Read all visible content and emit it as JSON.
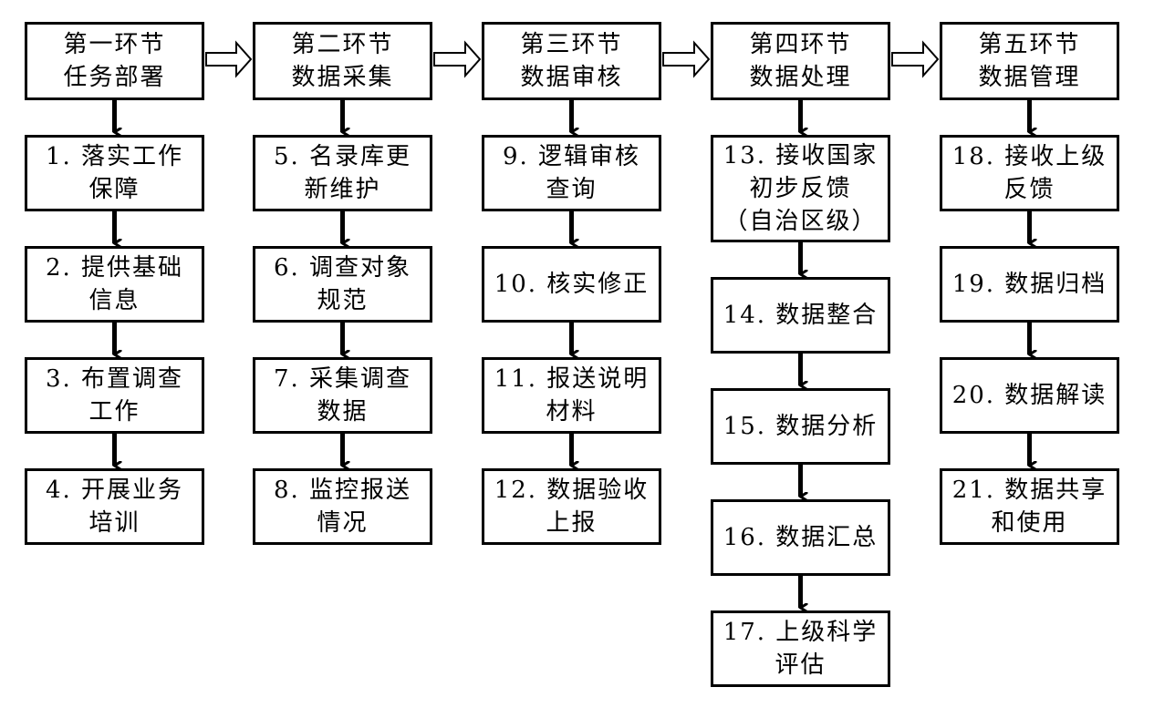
{
  "stages": [
    {
      "header": "第一环节\n任务部署",
      "steps": [
        "1. 落实工作\n保障",
        "2. 提供基础\n信息",
        "3. 布置调查\n工作",
        "4. 开展业务\n培训"
      ]
    },
    {
      "header": "第二环节\n数据采集",
      "steps": [
        "5. 名录库更\n新维护",
        "6. 调查对象\n规范",
        "7. 采集调查\n数据",
        "8. 监控报送\n情况"
      ]
    },
    {
      "header": "第三环节\n数据审核",
      "steps": [
        "9. 逻辑审核\n查询",
        "10. 核实修正",
        "11. 报送说明\n材料",
        "12. 数据验收\n上报"
      ]
    },
    {
      "header": "第四环节\n数据处理",
      "steps": [
        "13. 接收国家\n初步反馈\n（自治区级）",
        "14. 数据整合",
        "15. 数据分析",
        "16. 数据汇总",
        "17. 上级科学\n评估"
      ]
    },
    {
      "header": "第五环节\n数据管理",
      "steps": [
        "18. 接收上级\n反馈",
        "19. 数据归档",
        "20. 数据解读",
        "21. 数据共享\n和使用"
      ]
    }
  ]
}
